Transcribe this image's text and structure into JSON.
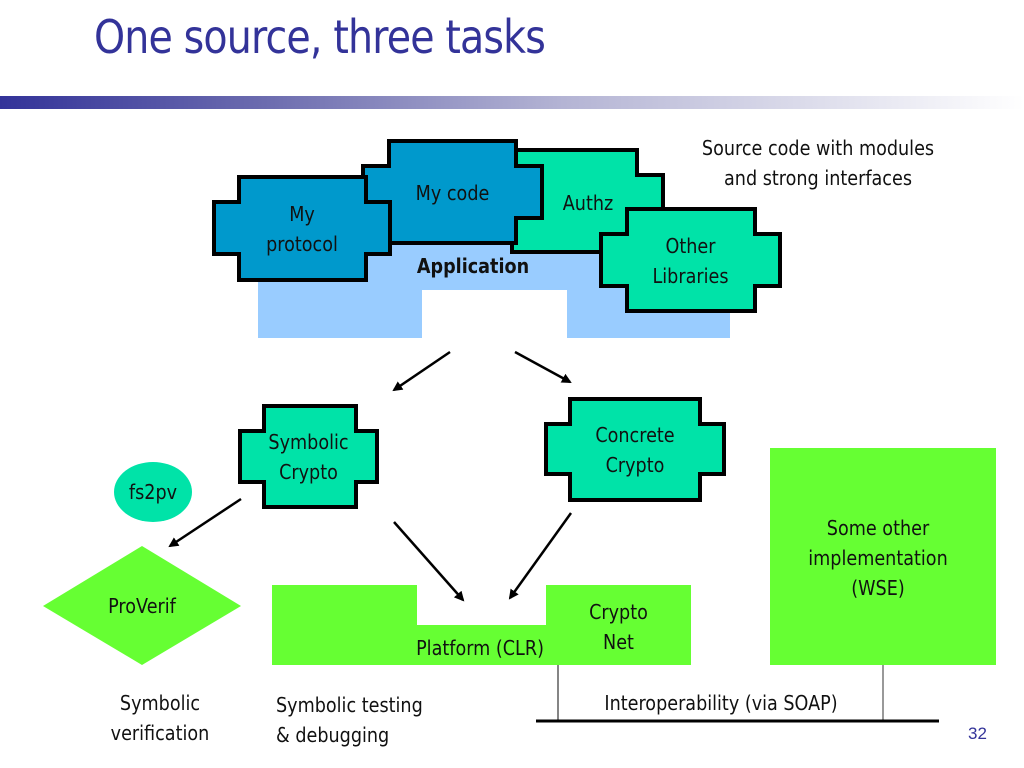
{
  "slide": {
    "title": "One source, three tasks",
    "page_number": "32"
  },
  "colors": {
    "title": "#333399",
    "my_modules": "#0099CC",
    "library_modules": "#00E3A8",
    "application_block": "#99CCFF",
    "platform_green": "#66FF33",
    "outline": "#000000"
  },
  "top": {
    "annotation_line1": "Source code with modules",
    "annotation_line2": "and strong interfaces",
    "application_label": "Application",
    "modules": {
      "my_protocol_line1": "My",
      "my_protocol_line2": "protocol",
      "my_code": "My code",
      "authz": "Authz",
      "other_libraries_line1": "Other",
      "other_libraries_line2": "Libraries"
    }
  },
  "middle": {
    "symbolic_crypto_line1": "Symbolic",
    "symbolic_crypto_line2": "Crypto",
    "concrete_crypto_line1": "Concrete",
    "concrete_crypto_line2": "Crypto",
    "fs2pv": "fs2pv"
  },
  "bottom": {
    "proverif": "ProVerif",
    "platform": "Platform (CLR)",
    "crypto_net_line1": "Crypto",
    "crypto_net_line2": "Net",
    "wse_line1": "Some other",
    "wse_line2": "implementation",
    "wse_line3": "(WSE)",
    "interop": "Interoperability (via SOAP)"
  },
  "captions": {
    "symbolic_verification_line1": "Symbolic",
    "symbolic_verification_line2": "verification",
    "symbolic_testing_line1": "Symbolic testing",
    "symbolic_testing_line2": "& debugging"
  }
}
